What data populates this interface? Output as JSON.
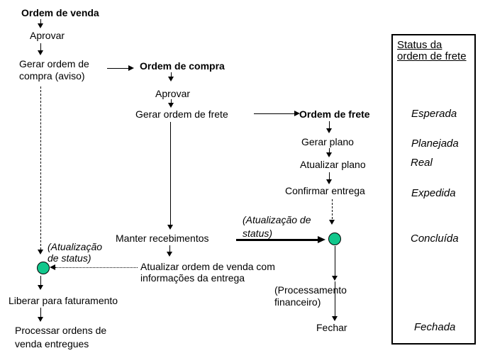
{
  "colors": {
    "milestone": "#12C78C",
    "line": "#000000",
    "background": "#FFFFFF"
  },
  "flow": {
    "sales_order": {
      "title": "Ordem de venda",
      "approve": "Aprovar",
      "generate_purchase_order": "Gerar ordem de compra (aviso)"
    },
    "purchase_order": {
      "title": "Ordem de compra",
      "approve": "Aprovar",
      "generate_freight_order": "Gerar ordem de frete"
    },
    "freight_order": {
      "title": "Ordem de frete",
      "generate_plan": "Gerar plano",
      "update_plan": "Atualizar plano",
      "confirm_delivery": "Confirmar entrega"
    },
    "receiving": {
      "maintain_receipts": "Manter recebimentos",
      "update_sales_order": "Atualizar ordem de venda com informações da entrega"
    },
    "billing": {
      "release_for_billing": "Liberar para faturamento",
      "process_delivered_orders": "Processar ordens de venda entregues"
    },
    "closing": {
      "financial_processing": "(Processamento financeiro)",
      "close": "Fechar"
    },
    "annotations": {
      "status_update_left": "(Atualização de status)",
      "status_update_right": "(Atualização de status)"
    }
  },
  "status_legend": {
    "title": "Status da ordem de frete",
    "items": [
      "Esperada",
      "Planejada",
      "Real",
      "Expedida",
      "Concluída",
      "Fechada"
    ]
  }
}
